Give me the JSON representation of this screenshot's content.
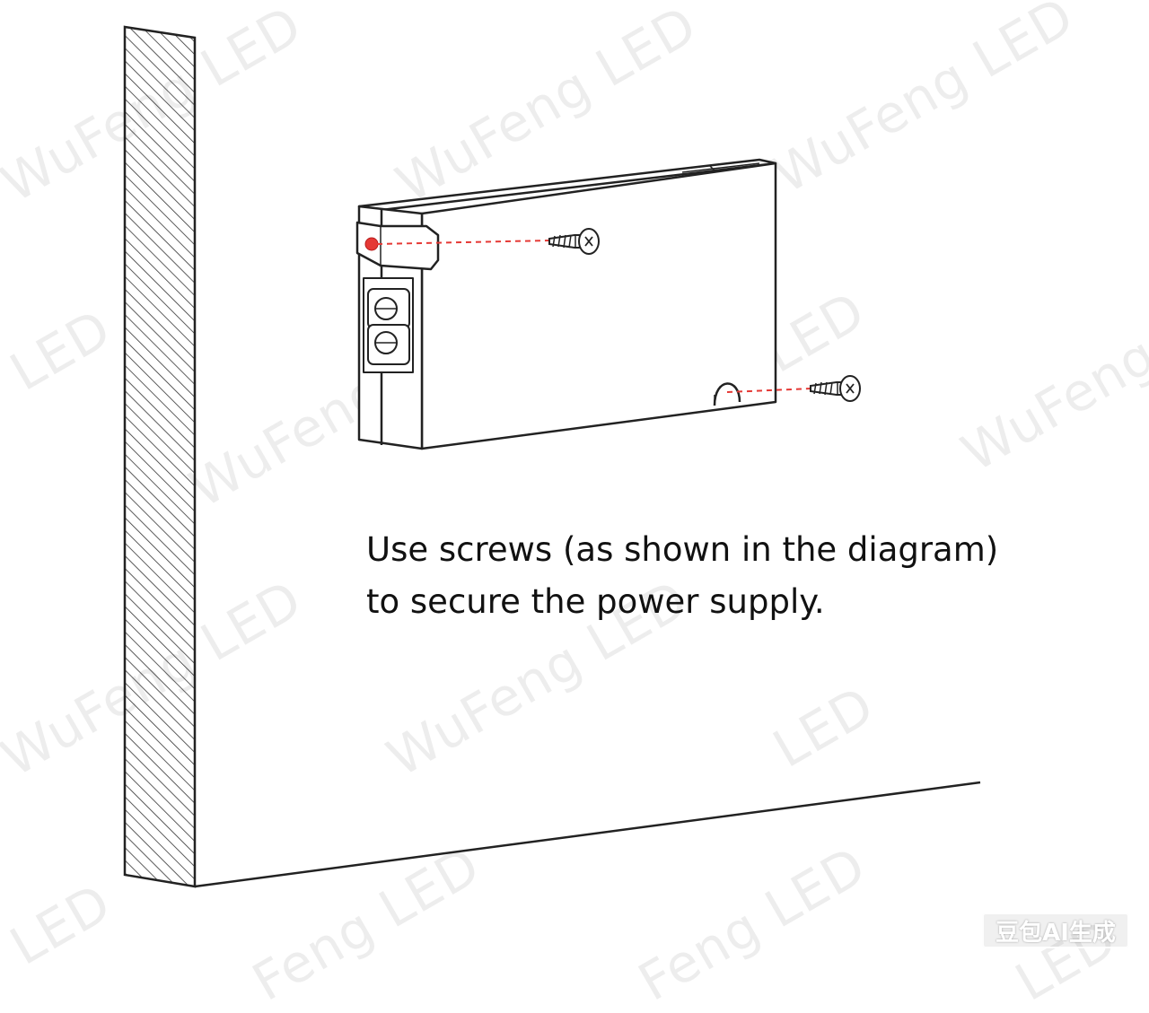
{
  "caption": {
    "line1": "Use screws (as shown in the diagram)",
    "line2": "to secure the power supply."
  },
  "watermark": {
    "text_full": "WuFeng LED",
    "text_fragments": [
      "WuFeng LED",
      "WuFeng LED",
      "WuFeng LED",
      "LED",
      "LED",
      "WuFeng LED",
      "WuFeng",
      "WuFeng LED",
      "WuFeng LED",
      "LED",
      "LED",
      "Feng LED",
      "Feng LED",
      "LED"
    ]
  },
  "badge": {
    "text": "豆包AI生成"
  },
  "colors": {
    "line": "#222222",
    "guide": "#e53935",
    "led": "#e53935",
    "hatch": "#333333",
    "text": "#111111"
  },
  "icons": {
    "screw_top": "screw-icon",
    "screw_bottom": "screw-icon"
  }
}
